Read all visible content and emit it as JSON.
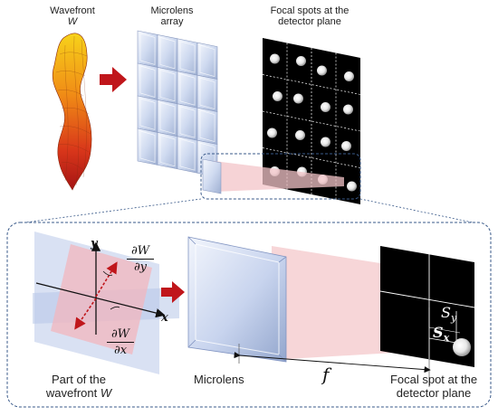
{
  "top": {
    "wavefront_label": "Wavefront",
    "wavefront_symbol": "W",
    "microlens_label_line1": "Microlens",
    "microlens_label_line2": "array",
    "focal_label_line1": "Focal spots at the",
    "focal_label_line2": "detector plane"
  },
  "bottom": {
    "part_label_line1": "Part of the",
    "part_label_line2": "wavefront",
    "part_label_symbol": "W",
    "microlens_label": "Microlens",
    "focal_length_symbol": "f",
    "focal_spot_line1": "Focal spot at the",
    "focal_spot_line2": "detector plane",
    "axis_x": "x",
    "axis_y": "y",
    "dwdy_num": "∂W",
    "dwdy_den": "∂y",
    "dwdx_num": "∂W",
    "dwdx_den": "∂x",
    "sy_label": "S",
    "sy_sub": "y",
    "sx_label": "S",
    "sx_sub": "x"
  },
  "colors": {
    "arrow_red": "#c0161b",
    "lens_blue": "#c9d6ee",
    "dashed_blue": "#3a5a8a",
    "beam_pink": "#f3c4c8",
    "detector_black": "#000000"
  }
}
